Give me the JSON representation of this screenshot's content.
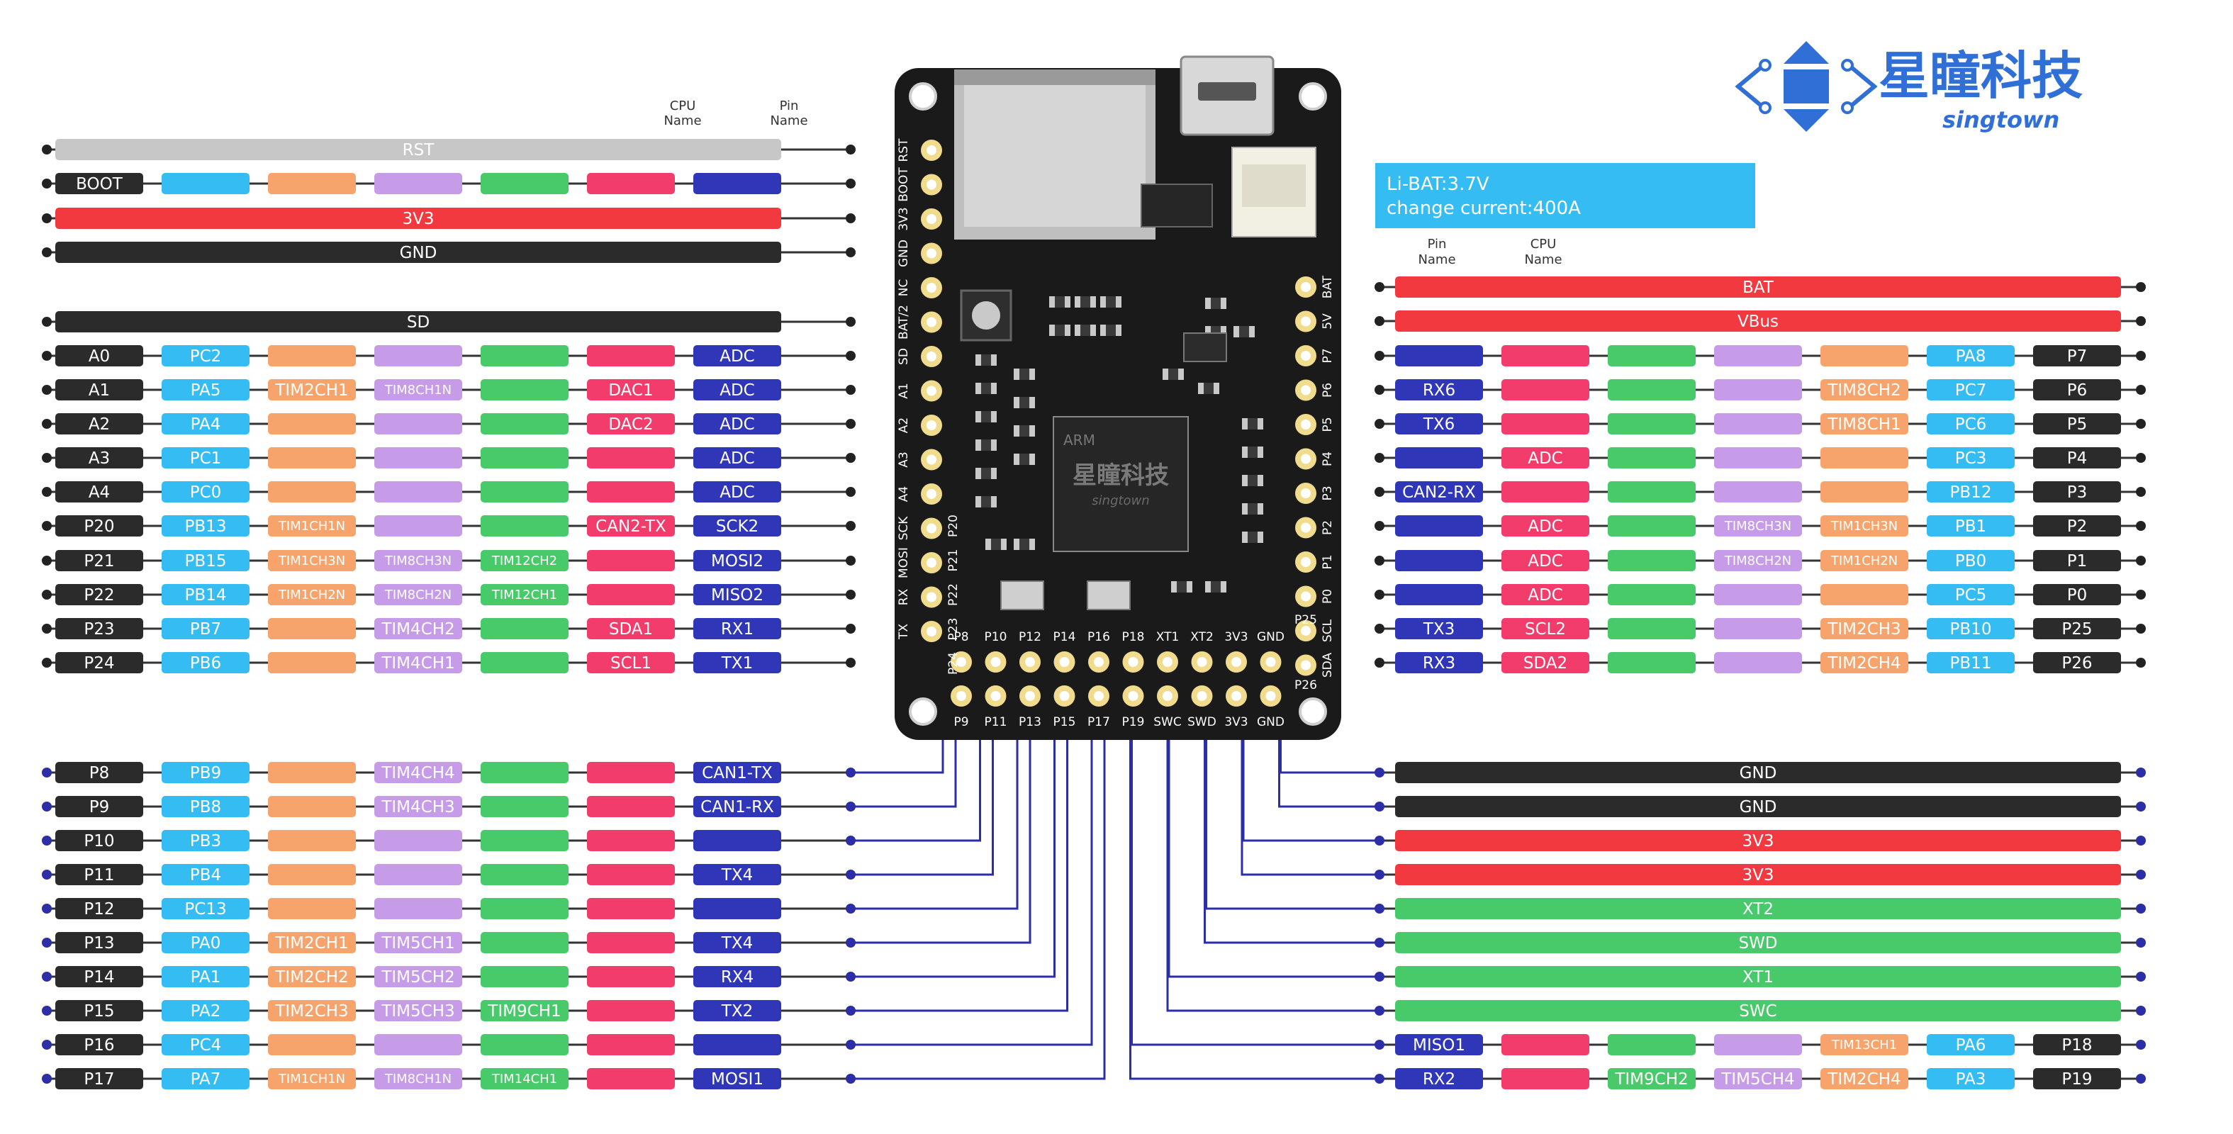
{
  "brand": {
    "name_cn": "星瞳科技",
    "name_en": "singtown"
  },
  "battery_info": {
    "line1": "Li-BAT:3.7V",
    "line2": "change current:400A"
  },
  "headers": {
    "left": {
      "cpu": [
        "CPU",
        "Name"
      ],
      "pin": [
        "Pin",
        "Name"
      ]
    },
    "right": {
      "pin": [
        "Pin",
        "Name"
      ],
      "cpu": [
        "CPU",
        "Name"
      ]
    }
  },
  "colors": {
    "black": "#2b2b2b",
    "cyan": "#35bdf3",
    "orange": "#f7a46c",
    "purple": "#c69be8",
    "green": "#48c96a",
    "pink": "#f23c6b",
    "navy": "#2f36b8",
    "red": "#f2393f",
    "gray": "#c7c7c7",
    "wire": "#2c2ea6",
    "board": "#1a1a1a",
    "pad": "#f0dc8c",
    "info_box": "#35bdf3"
  },
  "board": {
    "left_header": [
      "RST",
      "BOOT",
      "3V3",
      "GND",
      "NC",
      "BAT/2",
      "SD",
      "A1",
      "A2",
      "A3",
      "A4",
      "SCK",
      "MOSI",
      "RX",
      "TX"
    ],
    "left_header_inner": [
      "P20",
      "P21",
      "P22",
      "P23",
      "P24"
    ],
    "right_header": [
      "BAT",
      "5V",
      "P7",
      "P6",
      "P5",
      "P4",
      "P3",
      "P2",
      "P1",
      "P0",
      "SCL",
      "SDA"
    ],
    "right_header_extra": [
      "P25",
      "P26"
    ],
    "bottom_top": [
      "P8",
      "P10",
      "P12",
      "P14",
      "P16",
      "P18",
      "XT1",
      "XT2",
      "3V3",
      "GND"
    ],
    "bottom_bottom": [
      "P9",
      "P11",
      "P13",
      "P15",
      "P17",
      "P19",
      "SWC",
      "SWD",
      "3V3",
      "GND"
    ],
    "chip_label_1": "ARM",
    "chip_label_2": "星瞳科技",
    "chip_label_3": "singtown"
  },
  "left_rows": [
    {
      "full": "RST",
      "fill": "gray"
    },
    {
      "cells": [
        "BOOT",
        "",
        "",
        "",
        "",
        "",
        ""
      ]
    },
    {
      "full": "3V3",
      "fill": "red"
    },
    {
      "full": "GND",
      "fill": "black"
    },
    {
      "full": "SD",
      "fill": "black"
    },
    {
      "cells": [
        "A0",
        "PC2",
        "",
        "",
        "",
        "",
        "ADC"
      ]
    },
    {
      "cells": [
        "A1",
        "PA5",
        "TIM2CH1",
        "TIM8CH1N",
        "",
        "DAC1",
        "ADC"
      ]
    },
    {
      "cells": [
        "A2",
        "PA4",
        "",
        "",
        "",
        "DAC2",
        "ADC"
      ]
    },
    {
      "cells": [
        "A3",
        "PC1",
        "",
        "",
        "",
        "",
        "ADC"
      ]
    },
    {
      "cells": [
        "A4",
        "PC0",
        "",
        "",
        "",
        "",
        "ADC"
      ]
    },
    {
      "cells": [
        "P20",
        "PB13",
        "TIM1CH1N",
        "",
        "",
        "CAN2-TX",
        "SCK2"
      ]
    },
    {
      "cells": [
        "P21",
        "PB15",
        "TIM1CH3N",
        "TIM8CH3N",
        "TIM12CH2",
        "",
        "MOSI2"
      ]
    },
    {
      "cells": [
        "P22",
        "PB14",
        "TIM1CH2N",
        "TIM8CH2N",
        "TIM12CH1",
        "",
        "MISO2"
      ]
    },
    {
      "cells": [
        "P23",
        "PB7",
        "",
        "TIM4CH2",
        "",
        "SDA1",
        "RX1"
      ]
    },
    {
      "cells": [
        "P24",
        "PB6",
        "",
        "TIM4CH1",
        "",
        "SCL1",
        "TX1"
      ]
    }
  ],
  "right_rows": [
    {
      "full": "BAT",
      "fill": "red"
    },
    {
      "full": "VBus",
      "fill": "red"
    },
    {
      "cells": [
        "",
        "",
        "",
        "",
        "",
        "PA8",
        "P7"
      ]
    },
    {
      "cells": [
        "RX6",
        "",
        "",
        "",
        "TIM8CH2",
        "PC7",
        "P6"
      ]
    },
    {
      "cells": [
        "TX6",
        "",
        "",
        "",
        "TIM8CH1",
        "PC6",
        "P5"
      ]
    },
    {
      "cells": [
        "",
        "ADC",
        "",
        "",
        "",
        "PC3",
        "P4"
      ]
    },
    {
      "cells": [
        "CAN2-RX",
        "",
        "",
        "",
        "",
        "PB12",
        "P3"
      ]
    },
    {
      "cells": [
        "",
        "ADC",
        "",
        "TIM8CH3N",
        "TIM1CH3N",
        "PB1",
        "P2"
      ]
    },
    {
      "cells": [
        "",
        "ADC",
        "",
        "TIM8CH2N",
        "TIM1CH2N",
        "PB0",
        "P1"
      ]
    },
    {
      "cells": [
        "",
        "ADC",
        "",
        "",
        "",
        "PC5",
        "P0"
      ]
    },
    {
      "cells": [
        "TX3",
        "SCL2",
        "",
        "",
        "TIM2CH3",
        "PB10",
        "P25"
      ]
    },
    {
      "cells": [
        "RX3",
        "SDA2",
        "",
        "",
        "TIM2CH4",
        "PB11",
        "P26"
      ]
    }
  ],
  "bottom_left_rows": [
    {
      "cells": [
        "P8",
        "PB9",
        "",
        "TIM4CH4",
        "",
        "",
        "CAN1-TX"
      ]
    },
    {
      "cells": [
        "P9",
        "PB8",
        "",
        "TIM4CH3",
        "",
        "",
        "CAN1-RX"
      ]
    },
    {
      "cells": [
        "P10",
        "PB3",
        "",
        "",
        "",
        "",
        ""
      ]
    },
    {
      "cells": [
        "P11",
        "PB4",
        "",
        "",
        "",
        "",
        "TX4"
      ]
    },
    {
      "cells": [
        "P12",
        "PC13",
        "",
        "",
        "",
        "",
        ""
      ]
    },
    {
      "cells": [
        "P13",
        "PA0",
        "TIM2CH1",
        "TIM5CH1",
        "",
        "",
        "TX4"
      ]
    },
    {
      "cells": [
        "P14",
        "PA1",
        "TIM2CH2",
        "TIM5CH2",
        "",
        "",
        "RX4"
      ]
    },
    {
      "cells": [
        "P15",
        "PA2",
        "TIM2CH3",
        "TIM5CH3",
        "TIM9CH1",
        "",
        "TX2"
      ]
    },
    {
      "cells": [
        "P16",
        "PC4",
        "",
        "",
        "",
        "",
        ""
      ]
    },
    {
      "cells": [
        "P17",
        "PA7",
        "TIM1CH1N",
        "TIM8CH1N",
        "TIM14CH1",
        "",
        "MOSI1"
      ]
    }
  ],
  "bottom_right_rows": [
    {
      "full": "GND",
      "fill": "black"
    },
    {
      "full": "GND",
      "fill": "black"
    },
    {
      "full": "3V3",
      "fill": "red"
    },
    {
      "full": "3V3",
      "fill": "red"
    },
    {
      "full": "XT2",
      "fill": "green"
    },
    {
      "full": "SWD",
      "fill": "green"
    },
    {
      "full": "XT1",
      "fill": "green"
    },
    {
      "full": "SWC",
      "fill": "green"
    },
    {
      "cells": [
        "MISO1",
        "",
        "",
        "",
        "TIM13CH1",
        "PA6",
        "P18"
      ]
    },
    {
      "cells": [
        "RX2",
        "",
        "TIM9CH2",
        "TIM5CH4",
        "TIM2CH4",
        "PA3",
        "P19"
      ]
    }
  ]
}
